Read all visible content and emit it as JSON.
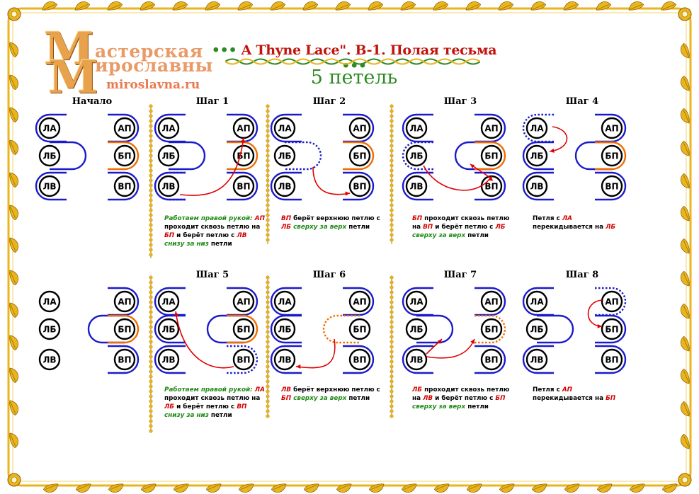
{
  "header": {
    "logo_big_letter_1": "М",
    "logo_big_letter_2": "М",
    "logo_word_1": "астерская",
    "logo_word_2": "ирославны",
    "logo_url": "miroslavna.ru",
    "title_dots": "•••",
    "title": "A Thyne Lace\". B-1. Полая тесьма",
    "subtitle": "5 петель"
  },
  "colors": {
    "blue": "#1a1acc",
    "orange": "#ef6c00",
    "red": "#e00000",
    "frame_gold": "#e9b51c",
    "frame_dark": "#8a5a00",
    "green": "#1e8a14"
  },
  "steps": [
    {
      "title": "Начало"
    },
    {
      "title": "Шаг 1",
      "desc": [
        [
          "g",
          "Работаем правой рукой: "
        ],
        [
          "r",
          "АП"
        ],
        [
          "n",
          " проходит сквозь петлю на "
        ],
        [
          "r",
          "БП"
        ],
        [
          "n",
          " и берёт петлю с  "
        ],
        [
          "r",
          "ЛВ"
        ],
        [
          "n",
          "  "
        ],
        [
          "g",
          "снизу за низ"
        ],
        [
          "n",
          " петли"
        ]
      ]
    },
    {
      "title": "Шаг 2",
      "desc": [
        [
          "r",
          "ВП"
        ],
        [
          "n",
          " берёт верхнюю петлю с "
        ],
        [
          "r",
          "ЛБ"
        ],
        [
          "n",
          " "
        ],
        [
          "g",
          "сверху за верх"
        ],
        [
          "n",
          " петли"
        ]
      ]
    },
    {
      "title": "Шаг 3",
      "desc": [
        [
          "r",
          "БП"
        ],
        [
          "n",
          " проходит сквозь петлю на "
        ],
        [
          "r",
          "ВП"
        ],
        [
          "n",
          " и берёт петлю с "
        ],
        [
          "r",
          "ЛБ"
        ],
        [
          "n",
          " "
        ],
        [
          "g",
          "сверху за верх"
        ],
        [
          "n",
          " петли"
        ]
      ]
    },
    {
      "title": "Шаг 4",
      "desc": [
        [
          "n",
          "Петля с "
        ],
        [
          "r",
          "ЛА"
        ],
        [
          "n",
          " перекидывается на "
        ],
        [
          "r",
          "ЛБ"
        ]
      ]
    },
    {
      "title": ""
    },
    {
      "title": "Шаг 5",
      "desc": [
        [
          "g",
          "Работаем правой рукой: "
        ],
        [
          "r",
          "ЛА"
        ],
        [
          "n",
          " проходит сквозь петлю на "
        ],
        [
          "r",
          "ЛБ"
        ],
        [
          "n",
          " и берёт петлю с  "
        ],
        [
          "r",
          "ВП"
        ],
        [
          "n",
          "  "
        ],
        [
          "g",
          "снизу за низ"
        ],
        [
          "n",
          " петли"
        ]
      ]
    },
    {
      "title": "Шаг 6",
      "desc": [
        [
          "r",
          "ЛВ"
        ],
        [
          "n",
          " берёт верхнюю петлю с "
        ],
        [
          "r",
          "БП"
        ],
        [
          "n",
          " "
        ],
        [
          "g",
          "сверху за верх"
        ],
        [
          "n",
          " петли"
        ]
      ]
    },
    {
      "title": "Шаг 7",
      "desc": [
        [
          "r",
          "ЛБ"
        ],
        [
          "n",
          " проходит сквозь петлю на "
        ],
        [
          "r",
          "ЛВ"
        ],
        [
          "n",
          " и берёт петлю с "
        ],
        [
          "r",
          "БП"
        ],
        [
          "n",
          " "
        ],
        [
          "g",
          "сверху за верх"
        ],
        [
          "n",
          " петли"
        ]
      ]
    },
    {
      "title": "Шаг 8",
      "desc": [
        [
          "n",
          "Петля с "
        ],
        [
          "r",
          "АП"
        ],
        [
          "n",
          " перекидывается на "
        ],
        [
          "r",
          "БП"
        ]
      ]
    }
  ],
  "finger_labels": {
    "LA": "ЛА",
    "LB": "ЛБ",
    "LV": "ЛВ",
    "AP": "АП",
    "BP": "БП",
    "VP": "ВП"
  }
}
